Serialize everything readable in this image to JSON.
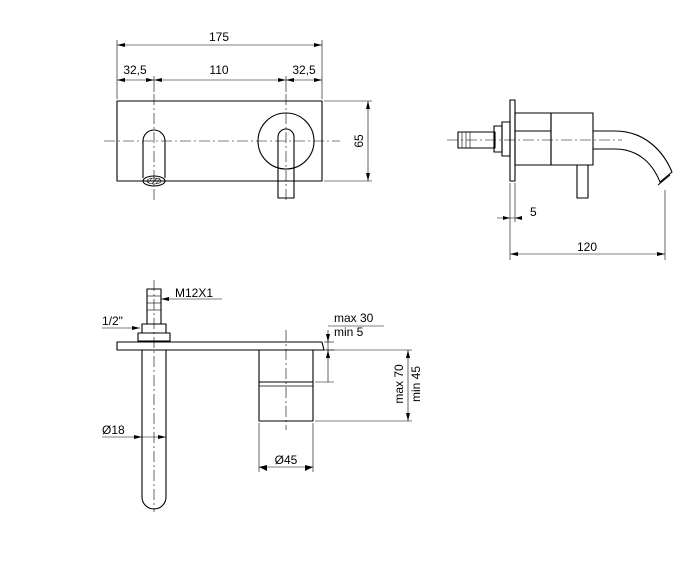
{
  "front_view": {
    "overall_width": "175",
    "left_offset": "32,5",
    "center_distance": "110",
    "right_offset": "32,5",
    "plate_height": "65"
  },
  "side_view": {
    "plate_thickness": "5",
    "spout_projection": "120"
  },
  "section_view": {
    "thread_spec": "M12X1",
    "connection_size": "1/2\"",
    "spout_diameter": "Ø18",
    "body_diameter": "Ø45",
    "cover_max": "max 30",
    "cover_min": "min 5",
    "depth_max": "max 70",
    "depth_min": "min 45"
  }
}
